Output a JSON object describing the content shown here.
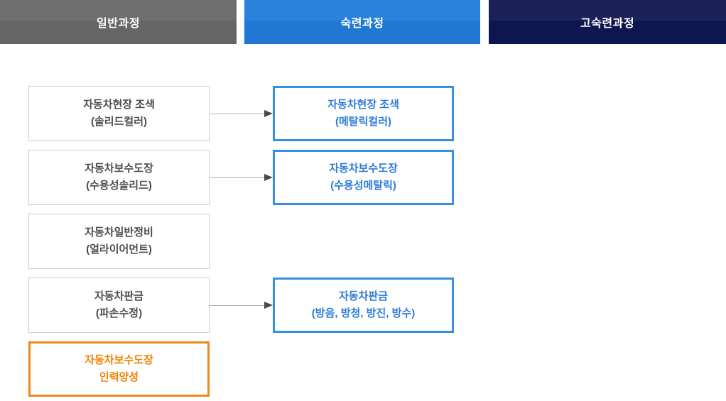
{
  "headers": [
    {
      "label": "일반과정"
    },
    {
      "label": "숙련과정"
    },
    {
      "label": "고숙련과정"
    }
  ],
  "general_course": {
    "boxes": [
      {
        "line1": "자동차현장 조색",
        "line2": "(솔리드컬러)"
      },
      {
        "line1": "자동차보수도장",
        "line2": "(수용성솔리드)"
      },
      {
        "line1": "자동차일반정비",
        "line2": "(얼라이어먼트)"
      },
      {
        "line1": "자동차판금",
        "line2": "(파손수정)"
      },
      {
        "line1": "자동차보수도장",
        "line2": "인력양성"
      }
    ]
  },
  "skilled_course": {
    "boxes": [
      {
        "line1": "자동차현장 조색",
        "line2": "(메탈릭컬러)"
      },
      {
        "line1": "자동차보수도장",
        "line2": "(수용성메탈릭)"
      },
      {
        "line1": "자동차판금",
        "line2": "(방음, 방청, 방진, 방수)"
      }
    ]
  },
  "colors": {
    "header_gray_top": "#6e6e6e",
    "header_gray_bottom": "#656565",
    "header_blue_top": "#2b82dd",
    "header_blue_bottom": "#2078d4",
    "header_navy_top": "#1c2259",
    "header_navy_bottom": "#0e164f",
    "box_border_default": "#cccccc",
    "box_text_default": "#4d4d4d",
    "box_border_blue": "#3a8ee0",
    "box_text_blue": "#2d7cd8",
    "box_border_orange": "#ee851d",
    "box_text_orange": "#f08300",
    "arrow_line": "#b3b3b3",
    "arrow_head": "#4a4a4a"
  }
}
